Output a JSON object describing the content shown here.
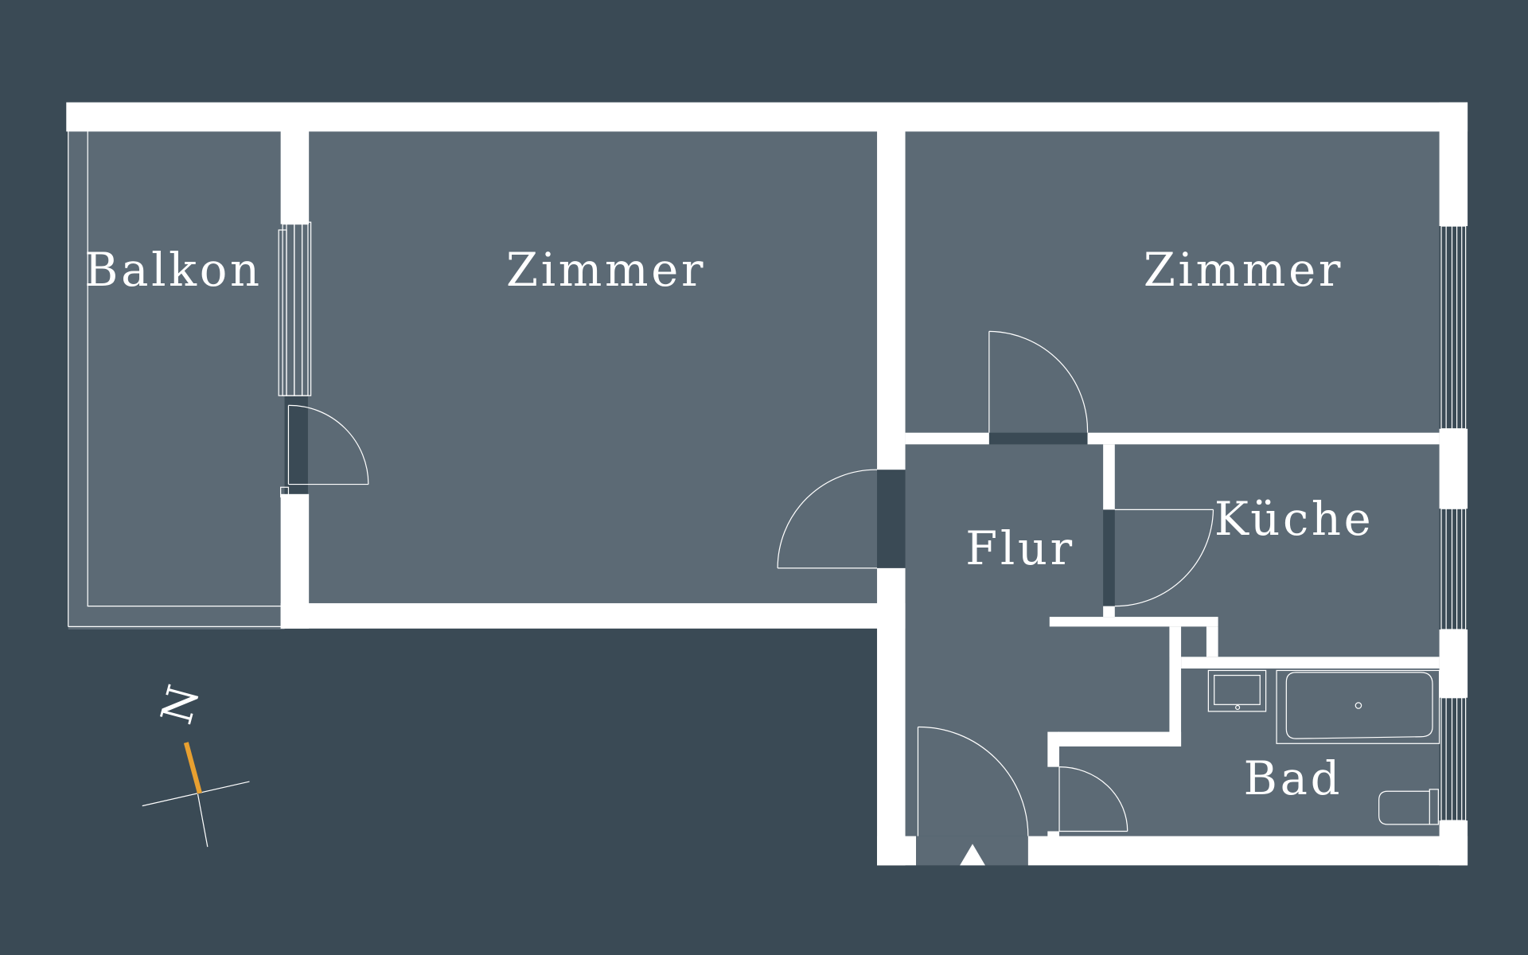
{
  "colors": {
    "background": "#3a4a55",
    "floor": "#5c6a75",
    "wall": "#ffffff",
    "line": "#ffffff",
    "compass_north": "#e8a030"
  },
  "rooms": {
    "balkon": "Balkon",
    "zimmer_1": "Zimmer",
    "zimmer_2": "Zimmer",
    "flur": "Flur",
    "kueche": "Küche",
    "bad": "Bad"
  },
  "compass": {
    "label": "N"
  },
  "icons": {
    "entrance": "entrance-triangle-icon",
    "compass": "compass-icon"
  }
}
